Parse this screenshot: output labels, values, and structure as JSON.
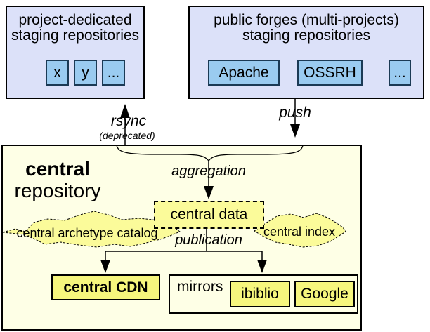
{
  "project_staging": {
    "title_line1": "project-dedicated",
    "title_line2": "staging repositories",
    "repos": [
      "x",
      "y",
      "..."
    ]
  },
  "public_forges": {
    "title_line1": "public forges (multi-projects)",
    "title_line2": "staging repositories",
    "repos": [
      "Apache",
      "OSSRH",
      "..."
    ]
  },
  "flows": {
    "rsync": "rsync",
    "rsync_note": "(deprecated)",
    "push": "push",
    "aggregation": "aggregation",
    "publication": "publication"
  },
  "central": {
    "name_bold": "central",
    "name_rest": "repository",
    "data_box": "central data",
    "archetype_catalog": "central archetype catalog",
    "index": "central index",
    "cdn": "central CDN",
    "mirrors_label": "mirrors",
    "mirrors": [
      "ibiblio",
      "Google"
    ]
  },
  "colors": {
    "staging_fill": "#dce1f9",
    "repo_fill": "#9acbf0",
    "repo_border": "#1b3a55",
    "central_fill": "#feffe6",
    "yellow_solid": "#f6f67d",
    "yellow_dashed": "#fbfb9a",
    "line": "#000000"
  }
}
